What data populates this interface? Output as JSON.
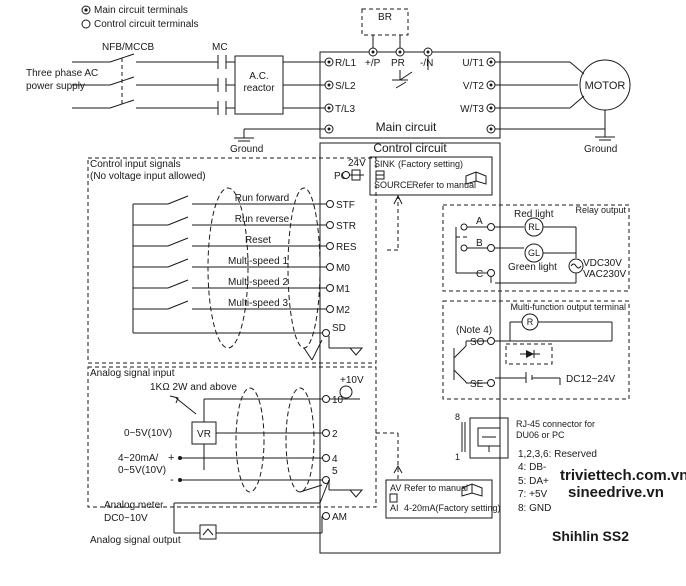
{
  "legend": {
    "main_terminals": "Main circuit terminals",
    "control_terminals": "Control circuit terminals"
  },
  "power": {
    "breaker": "NFB/MCCB",
    "contactor": "MC",
    "supply_line1": "Three phase AC",
    "supply_line2": "power supply",
    "reactor_line1": "A.C.",
    "reactor_line2": "reactor",
    "ground_left": "Ground",
    "ground_right": "Ground",
    "brake": "BR",
    "motor": "MOTOR"
  },
  "main_circuit": {
    "title": "Main circuit",
    "inputs": [
      "R/L1",
      "S/L2",
      "T/L3"
    ],
    "outputs": [
      "U/T1",
      "V/T2",
      "W/T3"
    ],
    "dc_terminals": [
      "+/P",
      "PR",
      "-/N"
    ]
  },
  "control_circuit": {
    "title": "Control circuit",
    "input_title_line1": "Control input signals",
    "input_title_line2": "(No voltage input allowed)",
    "pc_voltage": "24V",
    "pc_terminal": "PC",
    "sink_label": "SINK",
    "sink_note": "(Factory setting)",
    "source_label": "SOURCE",
    "source_note": "Refer to manual",
    "inputs": [
      {
        "label": "Run forward",
        "terminal": "STF"
      },
      {
        "label": "Run reverse",
        "terminal": "STR"
      },
      {
        "label": "Reset",
        "terminal": "RES"
      },
      {
        "label": "Multi-speed 1",
        "terminal": "M0"
      },
      {
        "label": "Multi-speed 2",
        "terminal": "M1"
      },
      {
        "label": "Multi-speed 3",
        "terminal": "M2"
      }
    ],
    "sd_terminal": "SD"
  },
  "analog": {
    "title": "Analog signal input",
    "vr_rating": "1KΩ 2W and above",
    "plus10v": "+10V",
    "vr": "VR",
    "voltage_range": "0~5V(10V)",
    "current_line1": "4~20mA/",
    "current_line2": "0~5V(10V)",
    "plus_sign": "+",
    "minus_sign": "-",
    "terminals": [
      "10",
      "2",
      "4",
      "5"
    ],
    "switch_av": "AV",
    "switch_ai": "AI",
    "switch_note_manual": "Refer to manual",
    "switch_note_factory": "4-20mA(Factory setting)",
    "meter_line1": "Analog meter",
    "meter_line2": "DC0~10V",
    "am_terminal": "AM",
    "output_title": "Analog signal output"
  },
  "relay": {
    "title": "Relay output",
    "terminals": [
      "A",
      "B",
      "C"
    ],
    "red": "Red light",
    "green": "Green light",
    "rl": "RL",
    "gl": "GL",
    "v1": "VDC30V",
    "v2": "VAC230V"
  },
  "multifunction": {
    "title": "Multi-function output terminal",
    "note": "(Note 4)",
    "so": "SO",
    "se": "SE",
    "r": "R",
    "voltage": "DC12~24V"
  },
  "rj45": {
    "title_line1": "RJ-45 connector for",
    "title_line2": "DU06 or PC",
    "pin_top": "8",
    "pin_bottom": "1",
    "pins": [
      "1,2,3,6:  Reserved",
      "4:  DB-",
      "5:  DA+",
      "7:  +5V",
      "8:  GND"
    ]
  },
  "brand": {
    "site1": "triviettech.com.vn",
    "site2": "sineedrive.vn",
    "model": "Shihlin SS2",
    "site1_color": "#e01010",
    "site2_color": "#e01010",
    "model_color": "#cc0000"
  }
}
